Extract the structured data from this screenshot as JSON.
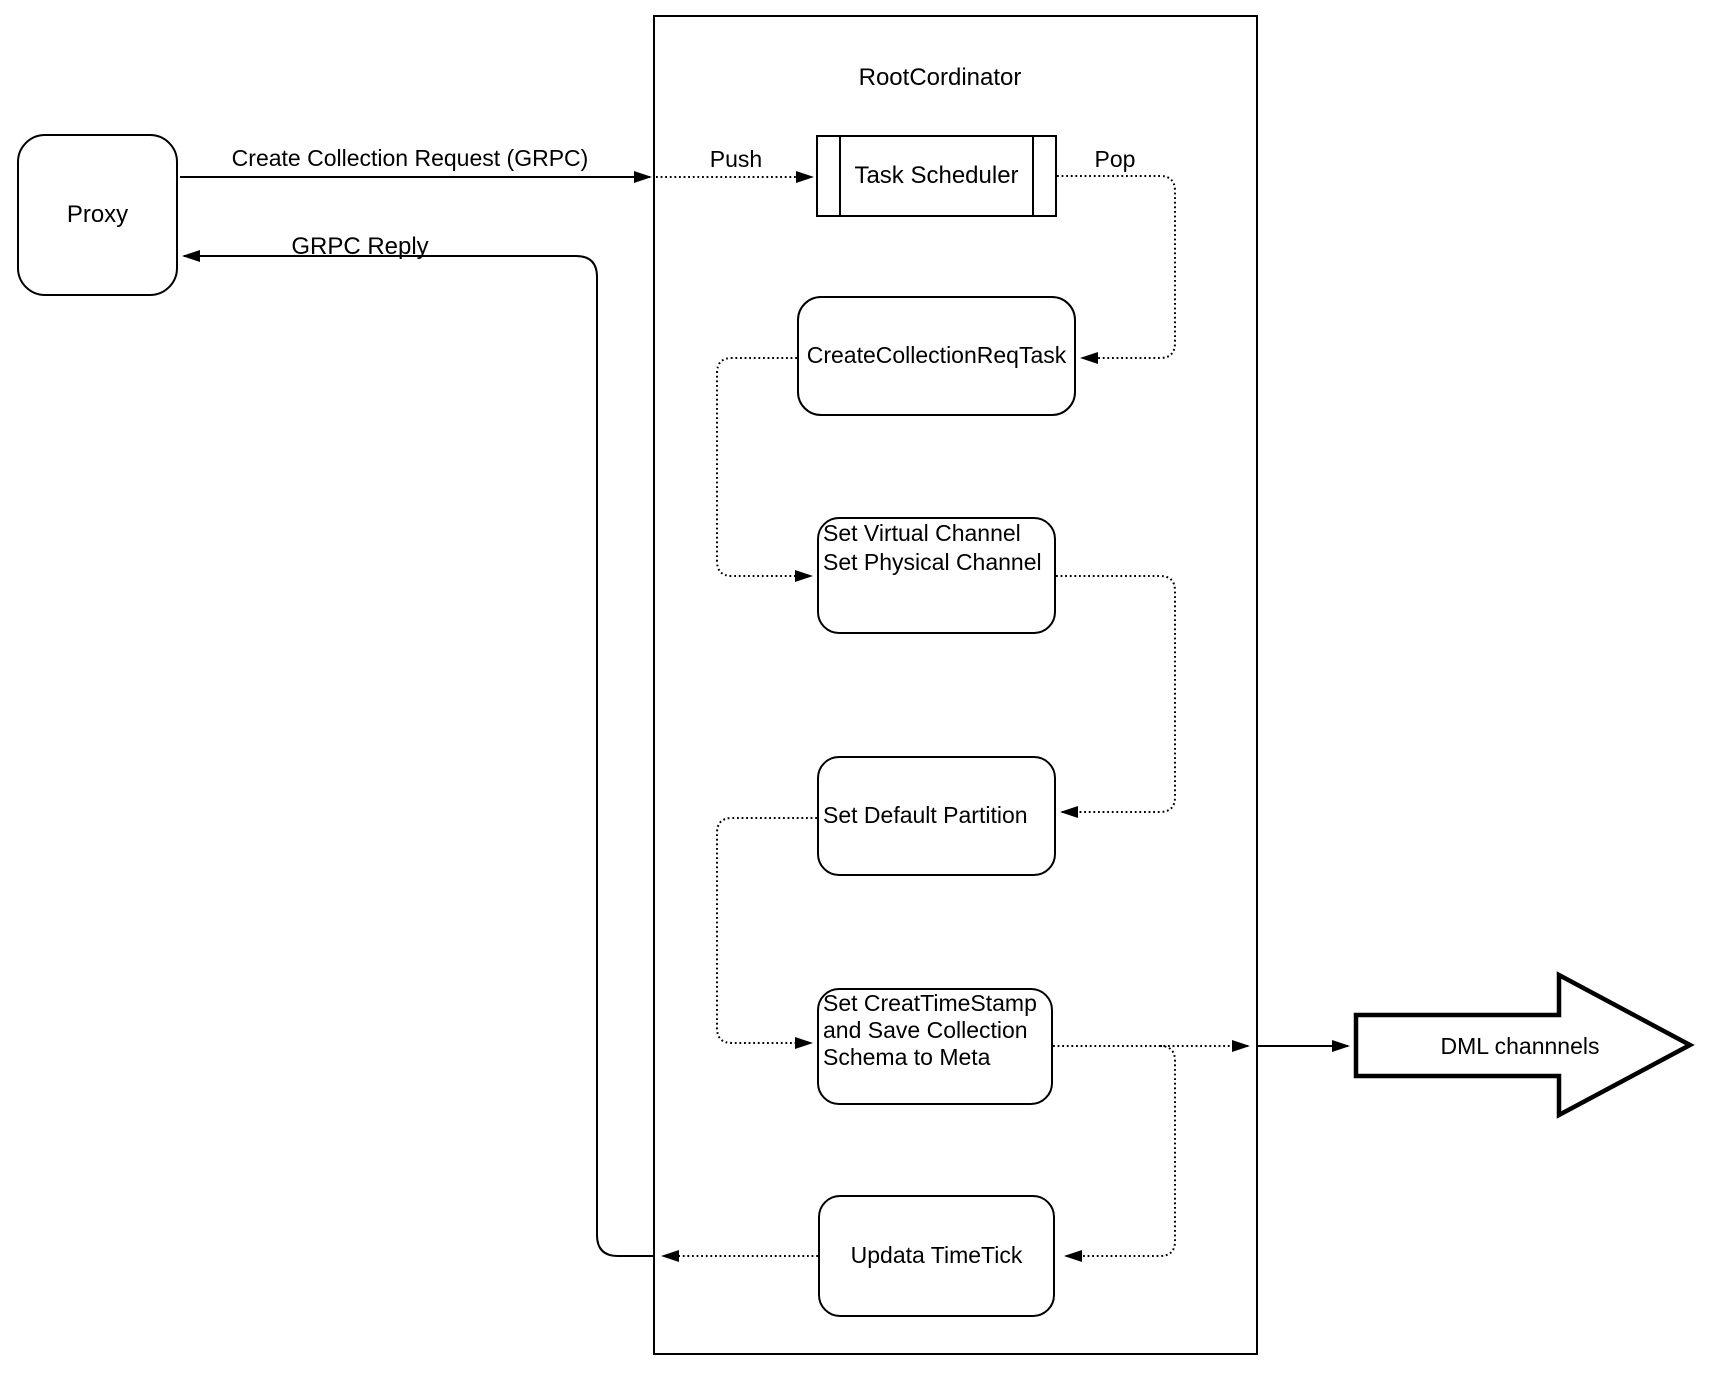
{
  "diagram": {
    "proxy": {
      "label": "Proxy"
    },
    "root_coordinator": {
      "title": "RootCordinator"
    },
    "task_scheduler": {
      "label": "Task Scheduler"
    },
    "edges": {
      "create_collection_request": "Create Collection Request (GRPC)",
      "grpc_reply": "GRPC Reply",
      "push": "Push",
      "pop": "Pop"
    },
    "tasks": {
      "create_collection_req_task": {
        "label": "CreateCollectionReqTask"
      },
      "set_virtual_channel": {
        "lines": [
          "Set Virtual Channel",
          "Set Physical Channel"
        ]
      },
      "set_default_partition": {
        "label": "Set Default Partition"
      },
      "set_create_timestamp": {
        "lines": [
          "Set CreatTimeStamp",
          "and Save Collection",
          "Schema to Meta"
        ]
      },
      "update_timetick": {
        "label": "Updata TimeTick"
      }
    },
    "dml_channels": {
      "label": "DML channnels"
    },
    "colors": {
      "stroke": "#000000",
      "background": "#ffffff"
    }
  }
}
